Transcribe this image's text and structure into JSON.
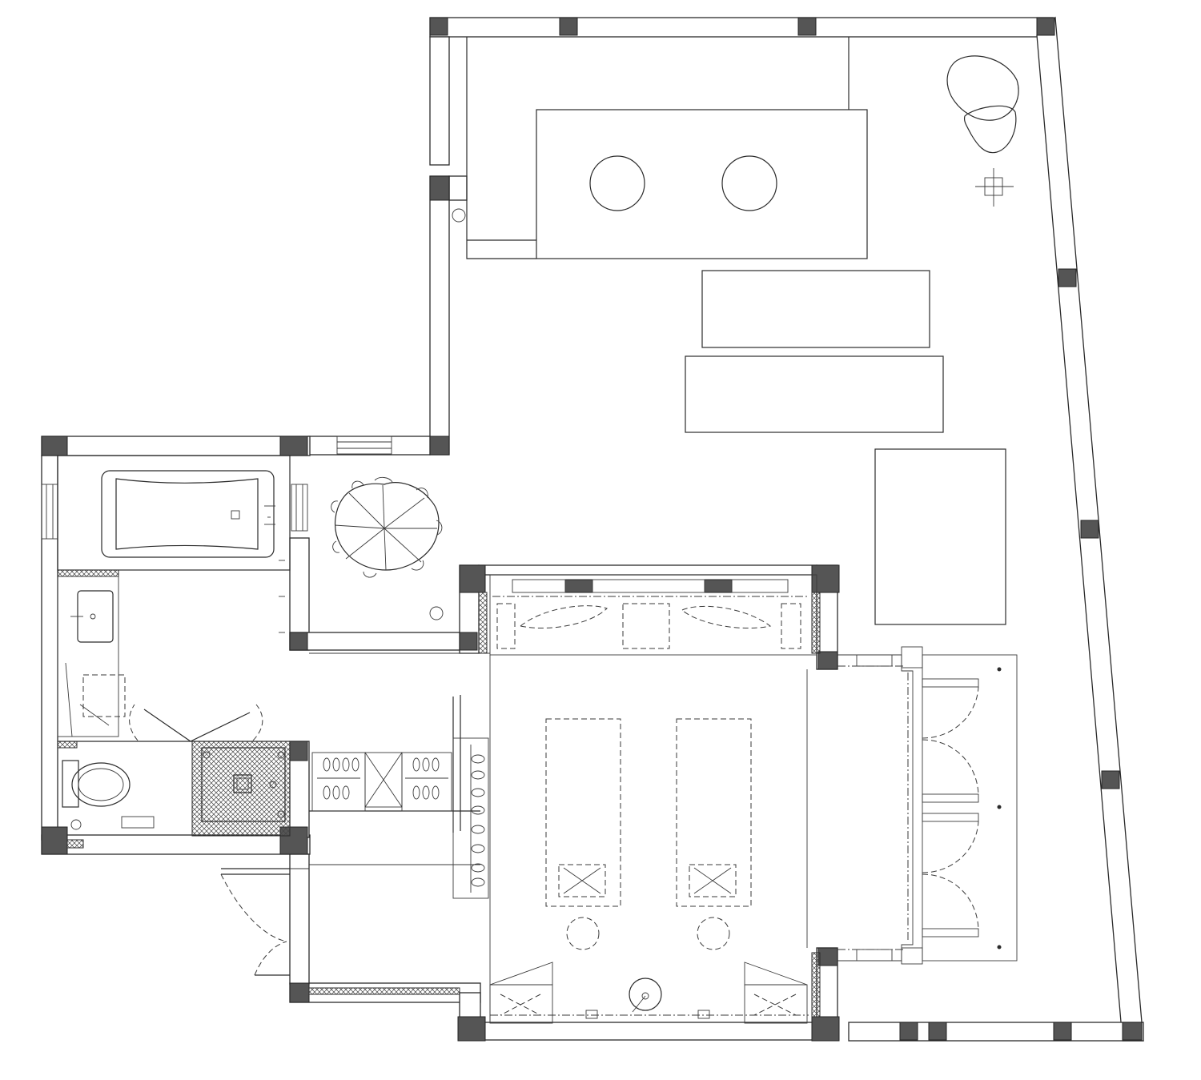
{
  "plan": {
    "kind": "architectural floor plan",
    "palette": {
      "line": "#2b2b2b",
      "column": "#555555",
      "background": "#ffffff"
    },
    "rooms": [
      {
        "id": "bathroom",
        "fixtures": [
          "bathtub",
          "sink",
          "toilet",
          "shower"
        ]
      },
      {
        "id": "bedroom",
        "fixtures": [
          "twin-beds",
          "nightstands",
          "wardrobe"
        ]
      },
      {
        "id": "living",
        "fixtures": [
          "dining-table",
          "sofa",
          "armchair",
          "plant"
        ]
      },
      {
        "id": "balcony",
        "fixtures": [
          "doors"
        ]
      }
    ],
    "icons": [
      "column-icon",
      "door-swing-icon",
      "plant-icon",
      "bathtub-icon",
      "toilet-icon",
      "sink-icon",
      "bed-icon",
      "pillow-icon",
      "lamp-icon",
      "hanger-icon",
      "pot-icon"
    ]
  }
}
